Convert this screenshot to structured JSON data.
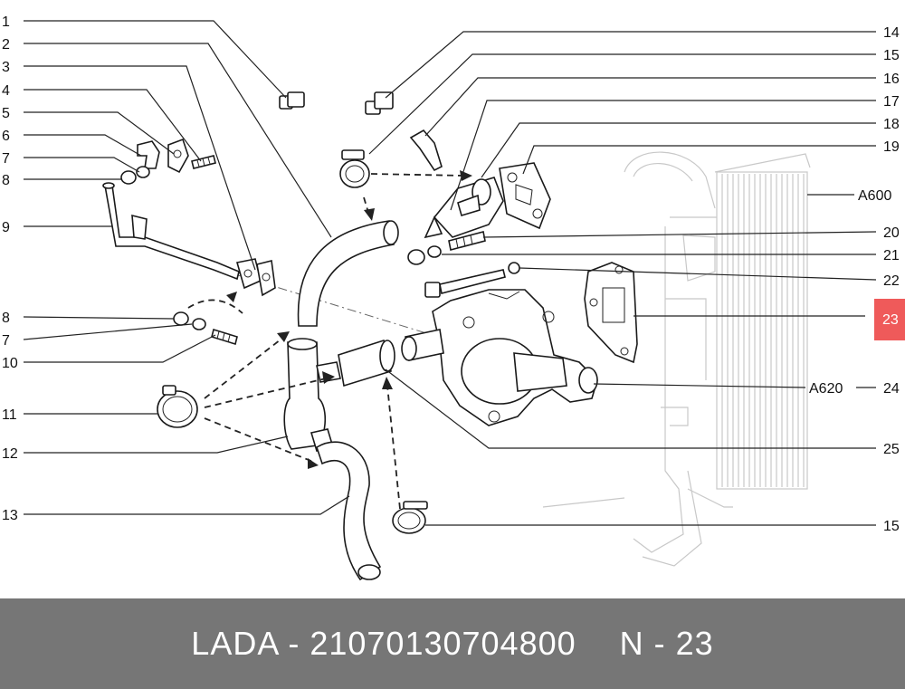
{
  "callouts_left": [
    "1",
    "2",
    "3",
    "4",
    "5",
    "6",
    "7",
    "8",
    "9",
    "8",
    "7",
    "10",
    "11",
    "12",
    "13"
  ],
  "callouts_right": [
    "14",
    "15",
    "16",
    "17",
    "18",
    "19",
    "20",
    "21",
    "22",
    "23",
    "24",
    "25",
    "15"
  ],
  "ref_labels": {
    "radiator": "A600",
    "pump": "A620"
  },
  "highlight": {
    "label": "23",
    "color": "#ef5a5a"
  },
  "footer": {
    "brand_part": "LADA - 21070130704800",
    "position": "N - 23"
  },
  "colors": {
    "footer_bg": "#767676",
    "footer_text": "#ffffff",
    "line": "#222222",
    "ghost": "#c8c8c8"
  }
}
